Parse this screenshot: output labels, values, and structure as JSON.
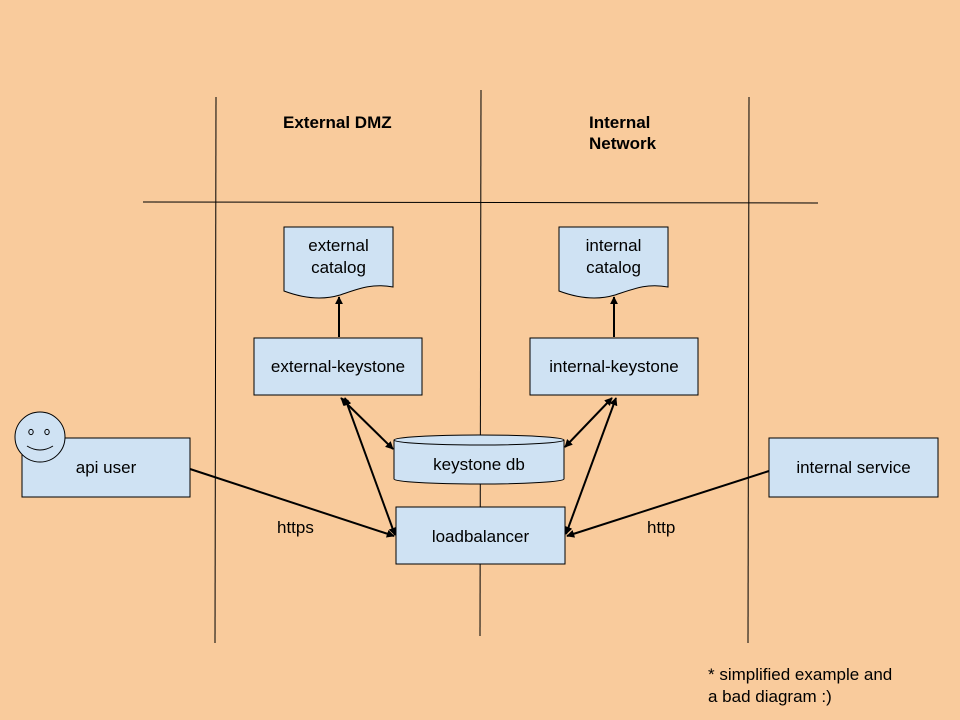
{
  "zones": {
    "external": "External DMZ",
    "internal_line1": "Internal",
    "internal_line2": "Network"
  },
  "nodes": {
    "external_catalog": {
      "line1": "external",
      "line2": "catalog"
    },
    "internal_catalog": {
      "line1": "internal",
      "line2": "catalog"
    },
    "external_keystone": "external-keystone",
    "internal_keystone": "internal-keystone",
    "keystone_db": "keystone db",
    "api_user": "api user",
    "internal_service": "internal service",
    "loadbalancer": "loadbalancer"
  },
  "edge_labels": {
    "https": "https",
    "http": "http"
  },
  "note": {
    "line1": "* simplified example and",
    "line2": "a bad diagram :)"
  },
  "colors": {
    "background": "#f9cb9c",
    "node_fill": "#cfe2f3",
    "stroke": "#000000"
  }
}
